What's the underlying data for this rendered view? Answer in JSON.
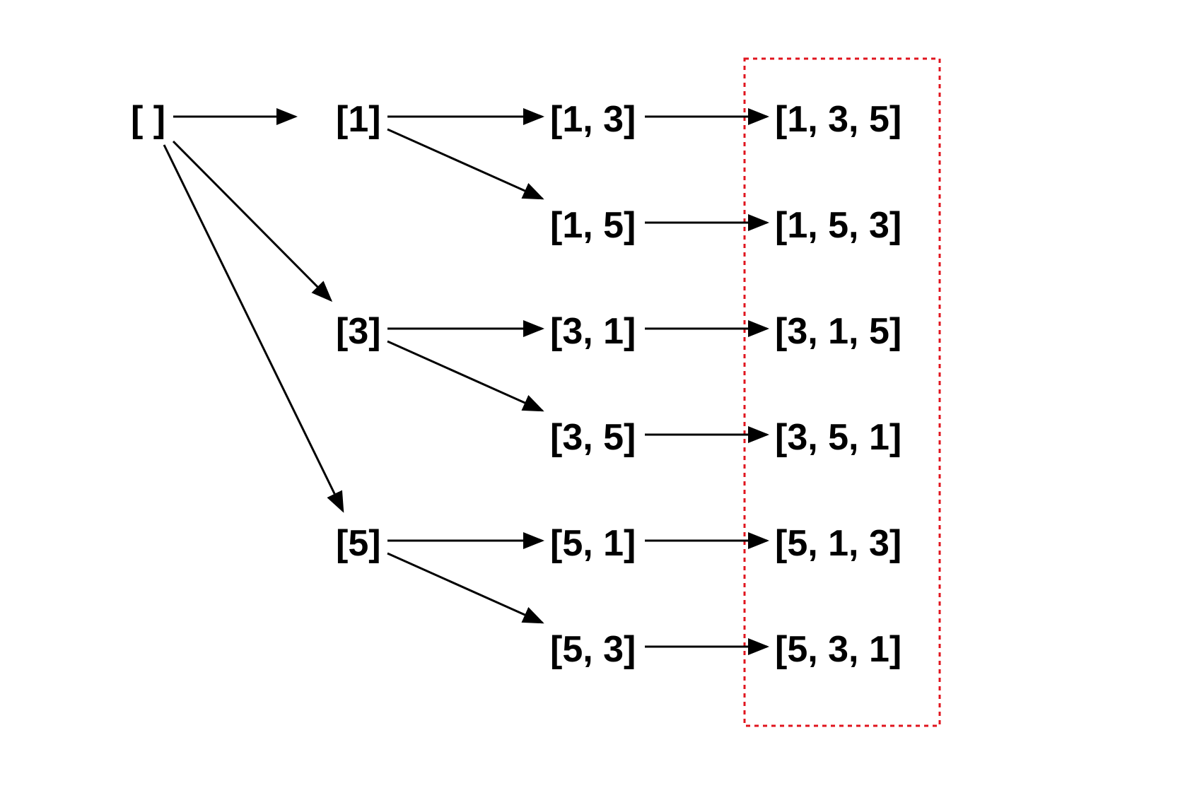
{
  "colors": {
    "edge": "#000000",
    "text": "#000000",
    "highlight_box": "#e0141e"
  },
  "nodes": {
    "root": "[ ]",
    "n1": "[1]",
    "n3": "[3]",
    "n5": "[5]",
    "n13": "[1, 3]",
    "n15": "[1, 5]",
    "n31": "[3, 1]",
    "n35": "[3, 5]",
    "n51": "[5, 1]",
    "n53": "[5, 3]",
    "n135": "[1, 3, 5]",
    "n153": "[1, 5, 3]",
    "n315": "[3, 1, 5]",
    "n351": "[3, 5, 1]",
    "n513": "[5, 1, 3]",
    "n531": "[5, 3, 1]"
  },
  "edges": [
    [
      "root",
      "n1"
    ],
    [
      "root",
      "n3"
    ],
    [
      "root",
      "n5"
    ],
    [
      "n1",
      "n13"
    ],
    [
      "n1",
      "n15"
    ],
    [
      "n3",
      "n31"
    ],
    [
      "n3",
      "n35"
    ],
    [
      "n5",
      "n51"
    ],
    [
      "n5",
      "n53"
    ],
    [
      "n13",
      "n135"
    ],
    [
      "n15",
      "n153"
    ],
    [
      "n31",
      "n315"
    ],
    [
      "n35",
      "n351"
    ],
    [
      "n51",
      "n513"
    ],
    [
      "n53",
      "n531"
    ]
  ]
}
